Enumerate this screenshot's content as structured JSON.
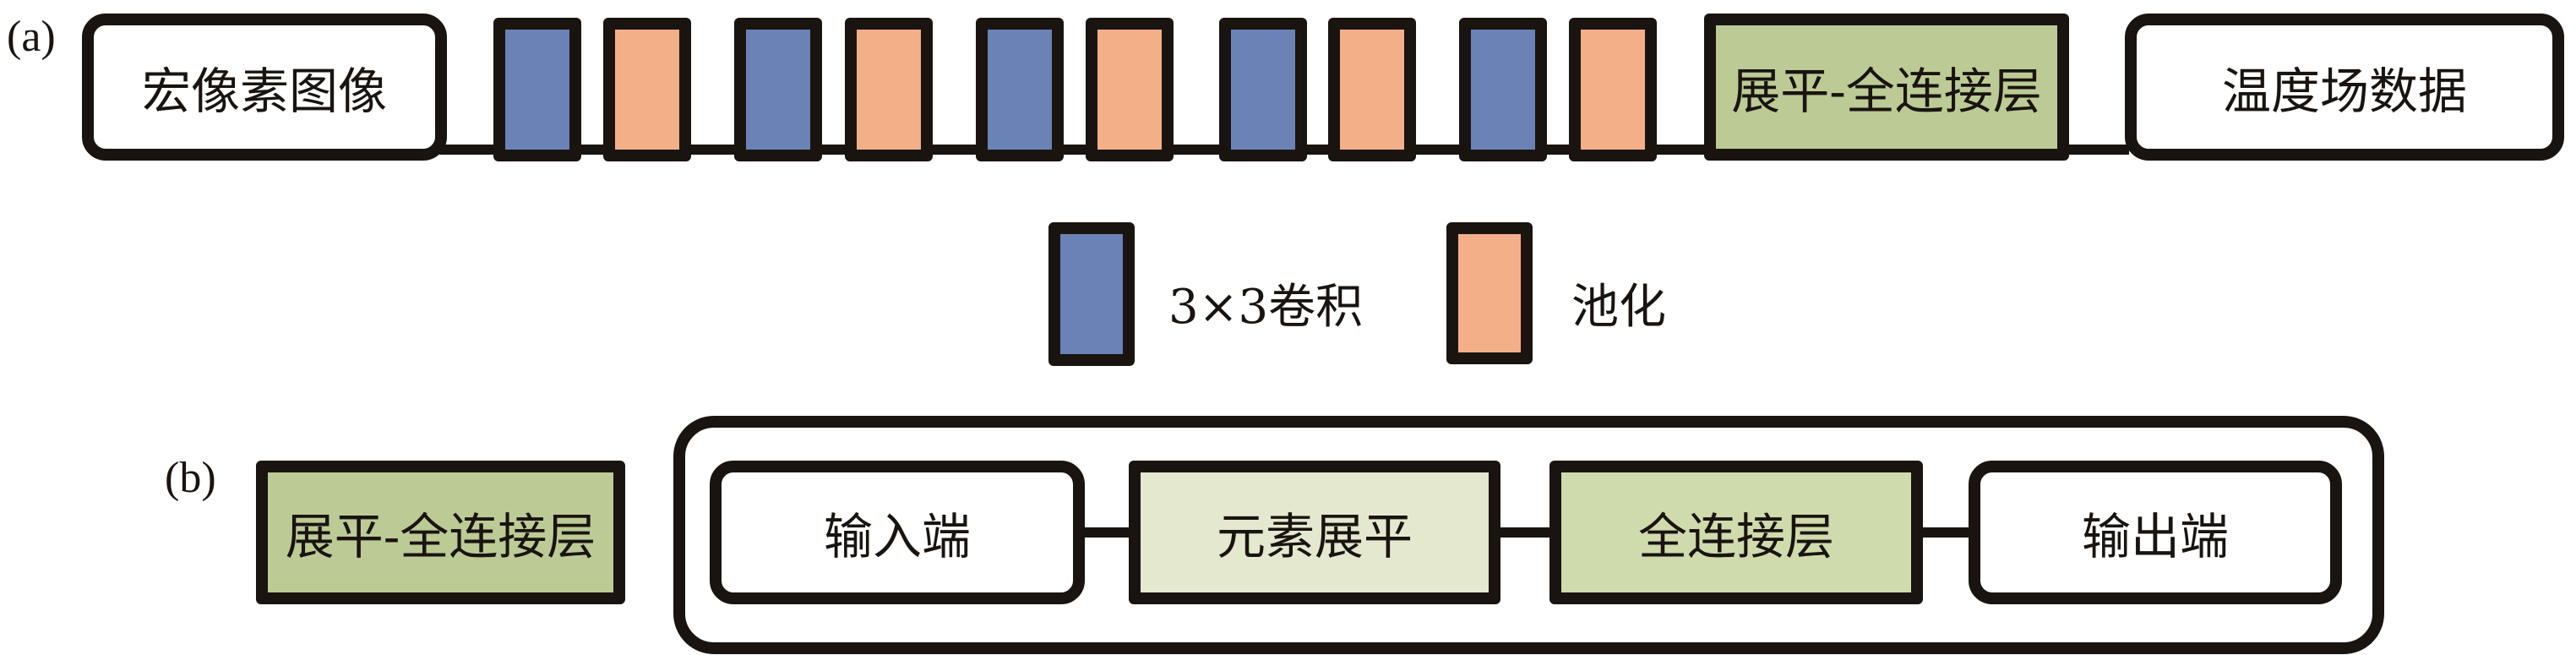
{
  "panel_a": {
    "label": "(a)",
    "input_box": "宏像素图像",
    "layers": [
      {
        "type": "conv"
      },
      {
        "type": "pool"
      },
      {
        "type": "conv"
      },
      {
        "type": "pool"
      },
      {
        "type": "conv"
      },
      {
        "type": "pool"
      },
      {
        "type": "conv"
      },
      {
        "type": "pool"
      },
      {
        "type": "conv"
      },
      {
        "type": "pool"
      }
    ],
    "fc_box": "展平-全连接层",
    "output_box": "温度场数据"
  },
  "legend": {
    "conv_label": "3×3卷积",
    "pool_label": "池化"
  },
  "panel_b": {
    "label": "(b)",
    "fc_box": "展平-全连接层",
    "steps": [
      "输入端",
      "元素展平",
      "全连接层",
      "输出端"
    ]
  },
  "colors": {
    "conv": "#6a82b5",
    "pool": "#f3b088",
    "fc": "#bccb95",
    "flatten": "#e4e8cf",
    "dense": "#d0dbad",
    "border": "#1a1410"
  }
}
